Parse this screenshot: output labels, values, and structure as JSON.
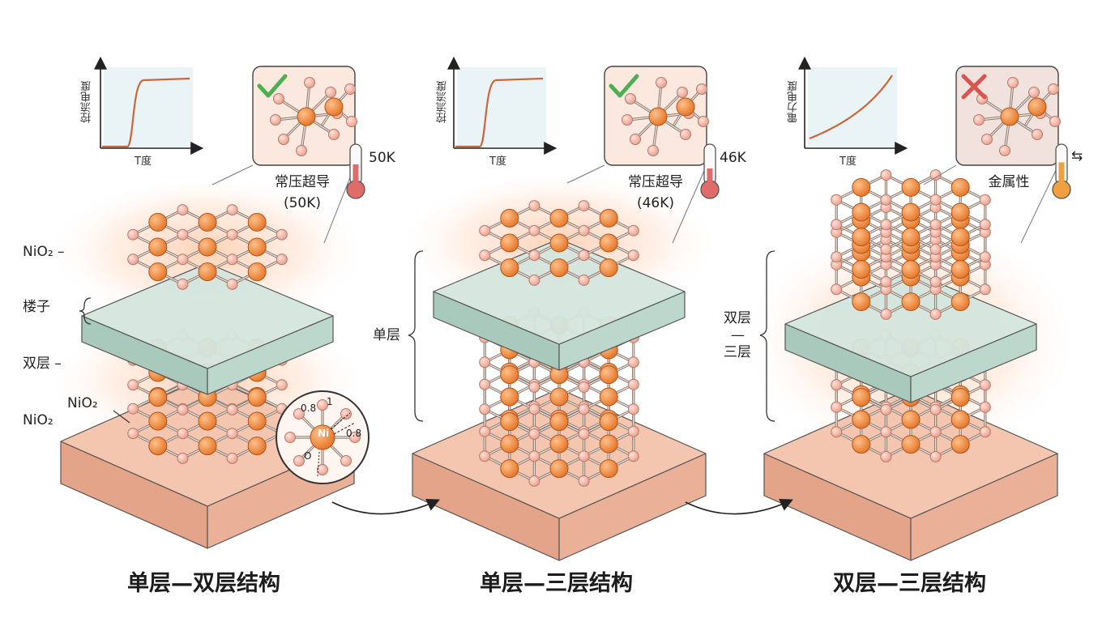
{
  "panels": [
    {
      "title": "单层—双层结构",
      "plot": {
        "ylabel": "控流电度",
        "xlabel": "T度",
        "curve": "step",
        "step_x": 0.36
      },
      "status": {
        "mark": "check",
        "mark_color": "#4caf50",
        "text_line1": "常压超导",
        "text_line2": "(50K)",
        "temperature": "50K",
        "thermo_fill": 0.5,
        "thermo_color": "#e06b6b"
      },
      "layer_labels": {
        "top": "NiO₂ –",
        "spacer": "楼子",
        "bilayer": "双层 –",
        "bottom_1": "NiO₂",
        "bottom_2": "NiO₂"
      },
      "magnifier": {
        "center_atom": "Ni",
        "oxygen": "O",
        "values": [
          "0.8",
          "1",
          "0.8"
        ]
      }
    },
    {
      "title": "单层—三层结构",
      "plot": {
        "ylabel": "控流流度",
        "xlabel": "T度",
        "curve": "step",
        "step_x": 0.35
      },
      "status": {
        "mark": "check",
        "mark_color": "#4caf50",
        "text_line1": "常压超导",
        "text_line2": "(46K)",
        "temperature": "46K",
        "thermo_fill": 0.4,
        "thermo_color": "#e06b6b"
      },
      "layer_labels": {
        "side": "单层"
      }
    },
    {
      "title": "双层—三层结构",
      "plot": {
        "ylabel": "電力电度",
        "xlabel": "T度",
        "curve": "rising"
      },
      "status": {
        "mark": "cross",
        "mark_color": "#d9534f",
        "text_line1": "金属性",
        "thermo_fill": 0.55,
        "thermo_color": "#f0a040",
        "arrow_glyph": "⇆"
      },
      "layer_labels": {
        "side_1": "双层",
        "side_dash": "—",
        "side_2": "三层"
      }
    }
  ],
  "colors": {
    "atom_large": "#f0883a",
    "atom_small": "#f4b3a3",
    "bond": "#8a7a70",
    "slab_top": "#d4e6de",
    "slab_side": "#a9c9bc",
    "base_top": "#f3c3ac",
    "base_side": "#e3a489",
    "glow": "#ffd9c2",
    "plot_bg": "#eaf4f6",
    "curve": "#c9663a"
  }
}
